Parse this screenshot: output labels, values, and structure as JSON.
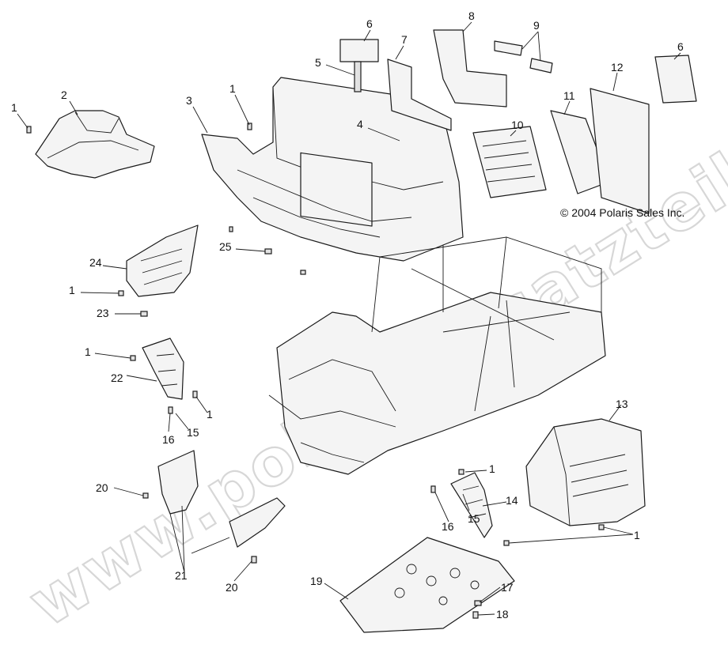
{
  "copyright": "© 2004 Polaris Sales Inc.",
  "watermark": "www.polarisersatzteile.de",
  "colors": {
    "line": "#1a1a1a",
    "fill": "#f4f4f4",
    "watermark": "#d7d7d7"
  },
  "callouts": [
    "1",
    "2",
    "3",
    "1",
    "6",
    "5",
    "7",
    "8",
    "9",
    "4",
    "10",
    "11",
    "12",
    "6",
    "24",
    "25",
    "1",
    "23",
    "1",
    "22",
    "1",
    "16",
    "15",
    "13",
    "20",
    "21",
    "20",
    "1",
    "16",
    "15",
    "14",
    "1",
    "19",
    "17",
    "18"
  ]
}
